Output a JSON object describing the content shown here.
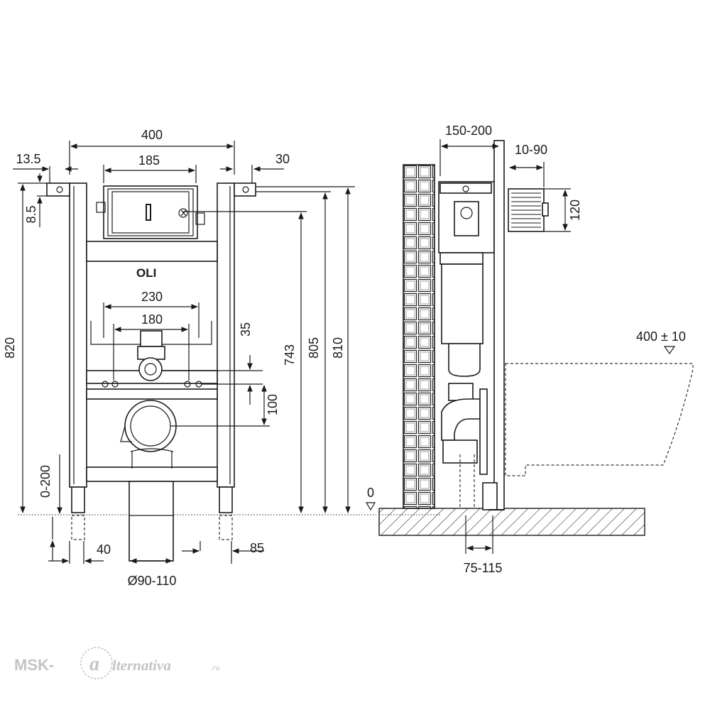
{
  "diagram": {
    "front_view": {
      "dims": {
        "width_total": "400",
        "plate_width": "185",
        "side_left": "13.5",
        "side_right": "30",
        "top_offset": "8.5",
        "height_total": "820",
        "connection_spacing": "230",
        "connection_spacing_inner": "180",
        "fixing_height": "35",
        "outlet_distance": "100",
        "h_743": "743",
        "h_805": "805",
        "h_810": "810",
        "leg_adjust": "0-200",
        "foot_width": "40",
        "foot_spacing": "85",
        "pipe_diameter": "Ø90-110"
      },
      "brand": "OLI"
    },
    "side_view": {
      "dims": {
        "depth": "150-200",
        "wall_gap": "10-90",
        "box_height": "120",
        "bowl_height": "400 ± 10",
        "floor_level": "0",
        "floor_offset": "75-115"
      }
    },
    "watermark": {
      "brand_left": "MSK-",
      "brand_right": "lternativa",
      "brand_suffix": ".ru"
    }
  }
}
